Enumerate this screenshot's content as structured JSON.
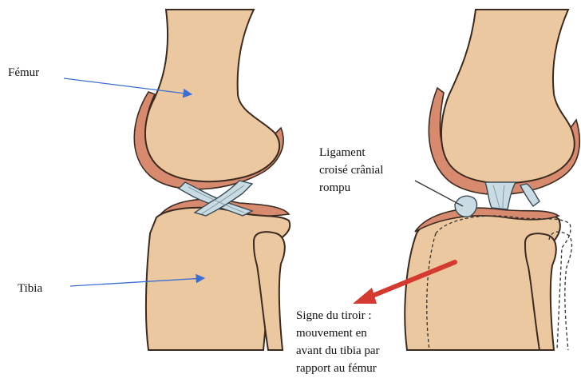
{
  "labels": {
    "femur": "Fémur",
    "tibia": "Tibia",
    "ligament_line1": "Ligament",
    "ligament_line2": "croisé crânial",
    "ligament_line3": "rompu",
    "drawer_line1": "Signe du tiroir :",
    "drawer_line2": "mouvement en",
    "drawer_line3": "avant du tibia par",
    "drawer_line4": "rapport au fémur"
  },
  "colors": {
    "bone": "#ecc8a0",
    "cartilage": "#d88a6e",
    "ligament": "#c9dbe3",
    "pointer_arrow": "#3b6fd1",
    "drawer_arrow": "#d43a2f"
  }
}
